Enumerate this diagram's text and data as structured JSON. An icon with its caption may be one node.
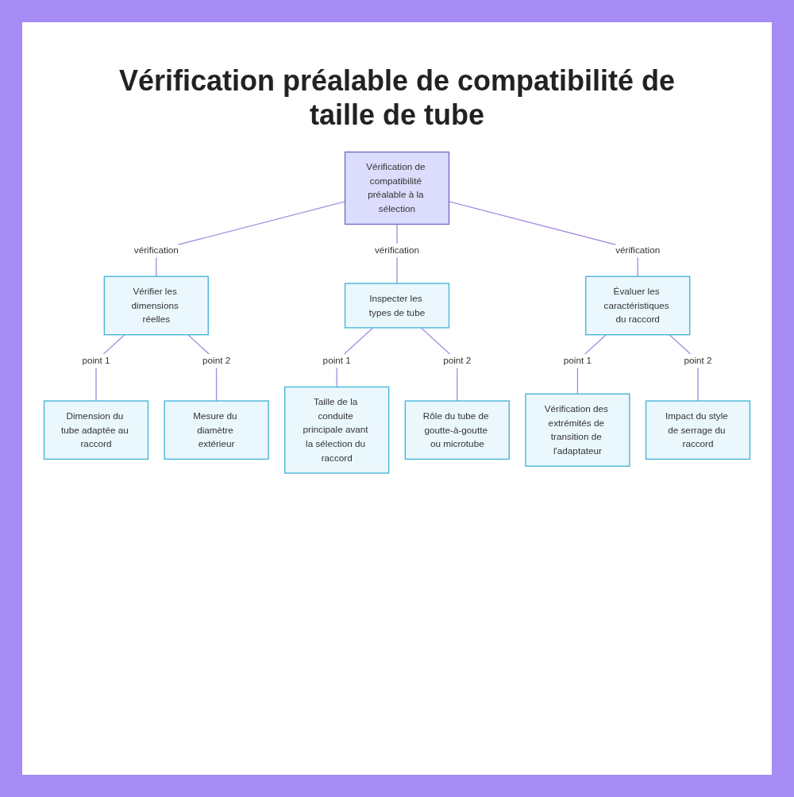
{
  "diagram": {
    "title": "Vérification préalable de compatibilité de taille de tube",
    "nodes": [
      {
        "text": [
          "Vérification de compatibilité préalable à la sélection"
        ]
      },
      {
        "text": [
          "Vérifier les dimensions réelles"
        ]
      },
      {
        "text": [
          "Inspecter les types de tube"
        ]
      },
      {
        "text": [
          "Évaluer les caractéristiques du raccord"
        ]
      },
      {
        "text": [
          "Dimension du tube adaptée au raccord"
        ]
      },
      {
        "text": [
          "Mesure du diamètre extérieur"
        ]
      },
      {
        "text": [
          "Taille de la conduite principale avant la sélection du raccord"
        ]
      },
      {
        "text": [
          "Rôle du tube de goutte-à-goutte ou microtube"
        ]
      },
      {
        "text": [
          "Vérification des extrémités de transition de l'adaptateur"
        ]
      },
      {
        "text": [
          "Impact du style de serrage du raccord"
        ]
      }
    ],
    "edges": [
      {
        "from": 0,
        "to": 1,
        "arrow": "none",
        "label": "vérification"
      },
      {
        "from": 0,
        "to": 2,
        "arrow": "none",
        "label": "vérification"
      },
      {
        "from": 0,
        "to": 3,
        "arrow": "none",
        "label": "vérification"
      },
      {
        "from": 1,
        "to": 4,
        "arrow": "none",
        "label": "point 1"
      },
      {
        "from": 1,
        "to": 5,
        "arrow": "none",
        "label": "point 2"
      },
      {
        "from": 2,
        "to": 6,
        "arrow": "none",
        "label": "point 1"
      },
      {
        "from": 2,
        "to": 7,
        "arrow": "none",
        "label": "point 2"
      },
      {
        "from": 3,
        "to": 8,
        "arrow": "none",
        "label": "point 1"
      },
      {
        "from": 3,
        "to": 9,
        "arrow": "none",
        "label": "point 2"
      }
    ]
  }
}
